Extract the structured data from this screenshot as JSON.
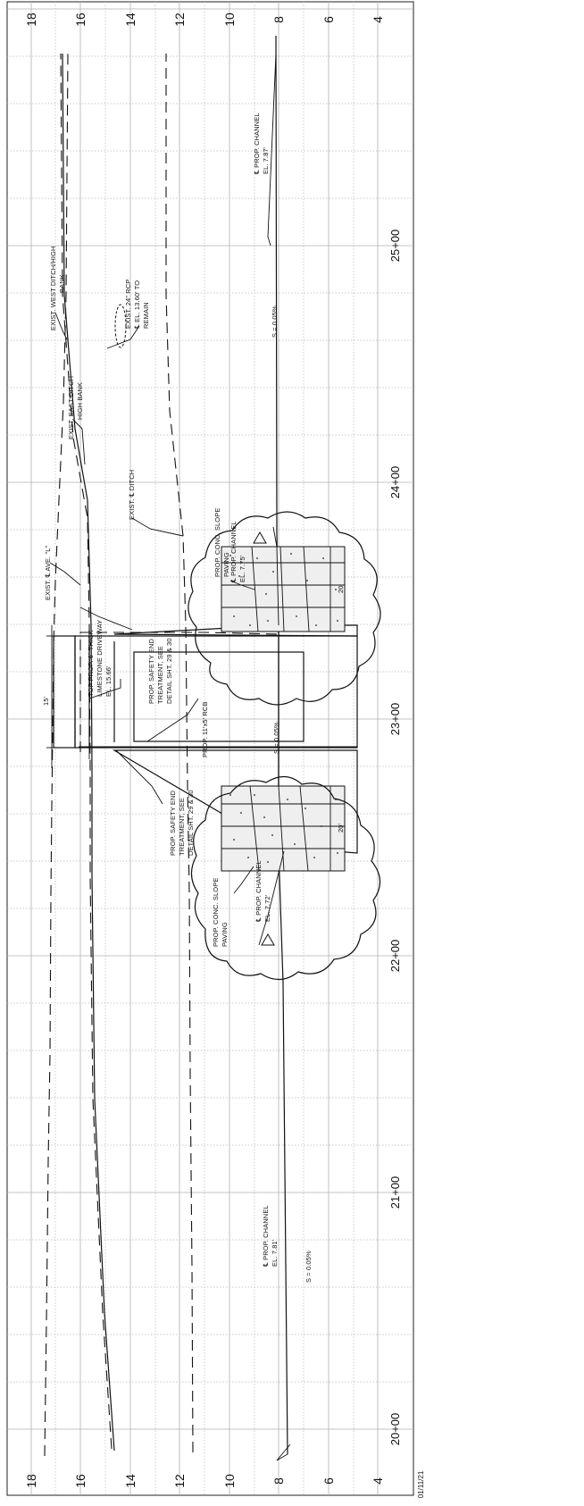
{
  "sheet": {
    "date_stamp": "01/11/21",
    "elevation_ticks_top": [
      "18",
      "16",
      "14",
      "12",
      "10",
      "8",
      "6",
      "4"
    ],
    "elevation_ticks_bottom": [
      "18",
      "16",
      "14",
      "12",
      "10",
      "8",
      "6",
      "4"
    ],
    "stations": [
      "20+00",
      "21+00",
      "22+00",
      "23+00",
      "24+00",
      "25+00"
    ]
  },
  "annotations": {
    "prop_channel_781": [
      "℄ PROP. CHANNEL",
      "EL. 7.81'"
    ],
    "prop_channel_772": [
      "℄ PROP. CHANNEL",
      "EL. 7.72'"
    ],
    "prop_channel_775": [
      "℄ PROP. CHANNEL",
      "EL. 7.75'"
    ],
    "prop_channel_787": [
      "℄ PROP. CHANNEL",
      "EL. 7.87'"
    ],
    "slope_1": "S = 0.05%",
    "slope_2": "S = 0.05%",
    "slope_3": "S = 0.05%",
    "slope_paving_1": [
      "PROP. CONC. SLOPE",
      "PAVING"
    ],
    "slope_paving_2": [
      "PROP. CONC. SLOPE",
      "PAVING"
    ],
    "safety_end_1": [
      "PROP. SAFETY END",
      "TREATMENT, SEE",
      "DETAIL SHT. 29 & 30"
    ],
    "safety_end_2": [
      "PROP. SAFETY END",
      "TREATMENT, SEE",
      "DETAIL SHT. 29 & 30"
    ],
    "rcb": "PROP. 11'x5' RCB",
    "driveway": [
      "TOP PROP. 6\" THICK",
      "LIMESTONE DRIVEWAY",
      "EL. 15.66'"
    ],
    "dim_15": "15'",
    "ave_l": "EXIST. ℄ AVE. \"L\"",
    "ditch": "EXIST. ℄ DITCH",
    "east_ditch": [
      "EXIST. EAST DITCH",
      "HIGH BANK"
    ],
    "west_ditch": [
      "EXIST. WEST DITCH/HIGH",
      "BANK"
    ],
    "rcp": [
      "EXIST. 24\" RCP",
      "℄ EL. 13.60' TO",
      "REMAIN"
    ],
    "dim_20_a": "20'",
    "dim_20_b": "20'"
  }
}
